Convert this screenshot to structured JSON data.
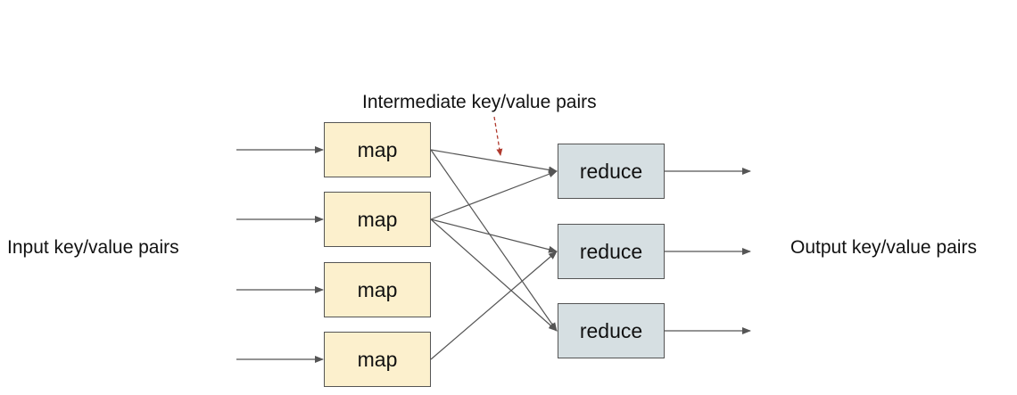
{
  "labels": {
    "intermediate": "Intermediate key/value pairs",
    "input": "Input key/value pairs",
    "output": "Output key/value pairs"
  },
  "maps": [
    {
      "label": "map"
    },
    {
      "label": "map"
    },
    {
      "label": "map"
    },
    {
      "label": "map"
    }
  ],
  "reduces": [
    {
      "label": "reduce"
    },
    {
      "label": "reduce"
    },
    {
      "label": "reduce"
    }
  ],
  "colors": {
    "map_fill": "#fcf0cd",
    "reduce_fill": "#d6dfe2",
    "box_border": "#555555",
    "arrow": "#555555",
    "dashed_arrow": "#b03a2e",
    "text": "#111111"
  }
}
